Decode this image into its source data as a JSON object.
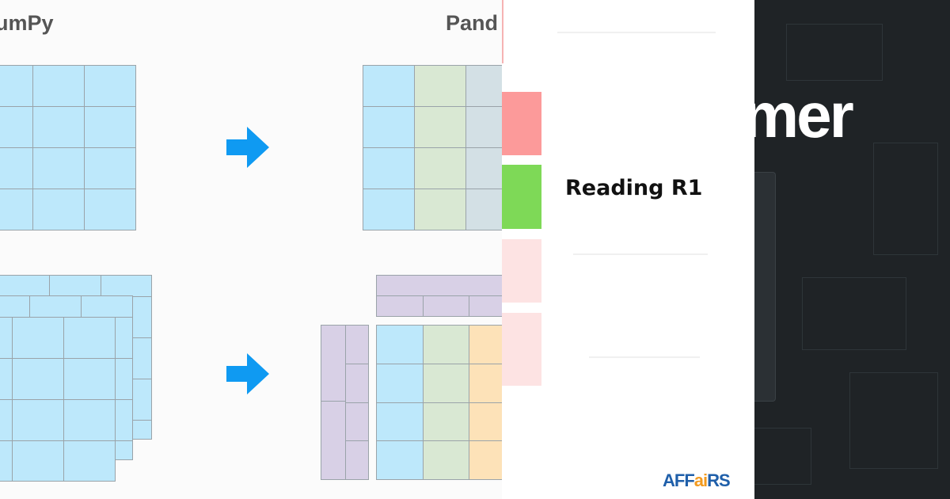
{
  "diagram": {
    "left_heading": "umPy",
    "right_heading": "Pand",
    "colors": {
      "blue_cell": "#bde8fb",
      "green_cell": "#d9e8d3",
      "grey_cell": "#d3e0e5",
      "orange_cell": "#fde2b8",
      "purple_cell": "#d8d0e6",
      "arrow": "#0f9af2",
      "grid_line": "#9aa3a9"
    },
    "arrows": [
      {
        "icon": "right-arrow-icon"
      },
      {
        "icon": "right-arrow-icon"
      }
    ]
  },
  "card": {
    "title": "Reading R1",
    "swatches": [
      "#fc9a9a",
      "#7ed957",
      "#fde3e3",
      "#fde3e3"
    ],
    "logo_parts": [
      "AFF",
      "ai",
      "RS"
    ]
  },
  "dark_panel": {
    "text": "mer",
    "background": "#1f2326"
  }
}
